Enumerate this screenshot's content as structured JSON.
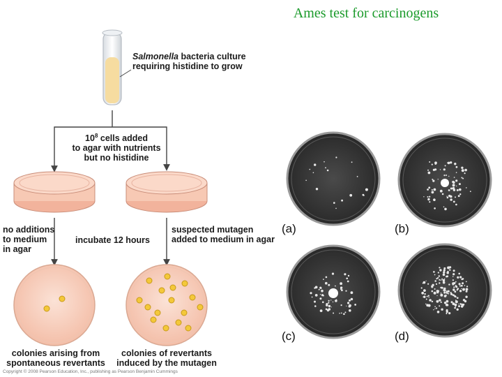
{
  "title": "Ames test for carcinogens",
  "culture": {
    "organism": "Salmonella",
    "line1_rest": " bacteria culture",
    "line2": "requiring histidine to grow"
  },
  "cells_added": {
    "line1_number": "10",
    "line1_exp": "8",
    "line1_rest": " cells added",
    "line2": "to agar with nutrients",
    "line3": "but no histidine"
  },
  "left_branch": {
    "line1": "no additions",
    "line2": "to medium",
    "line3": "in agar"
  },
  "incubate": "incubate 12 hours",
  "right_branch": {
    "line1": "suspected mutagen",
    "line2": "added to medium in agar"
  },
  "bottom_left": {
    "line1": "colonies arising from",
    "line2": "spontaneous revertants"
  },
  "bottom_right": {
    "line1": "colonies of revertants",
    "line2": "induced by the mutagen"
  },
  "plate_labels": [
    "(a)",
    "(b)",
    "(c)",
    "(d)"
  ],
  "copyright": "Copyright © 2008 Pearson Education, Inc., publishing as Pearson Benjamin Cummings",
  "colors": {
    "title": "#1a9a2a",
    "culture": "#f6dca0",
    "agar": "#f7c9b4",
    "colony": "#f4c83a",
    "arrow": "#444444",
    "photo_bg": "#2e2e2e"
  }
}
